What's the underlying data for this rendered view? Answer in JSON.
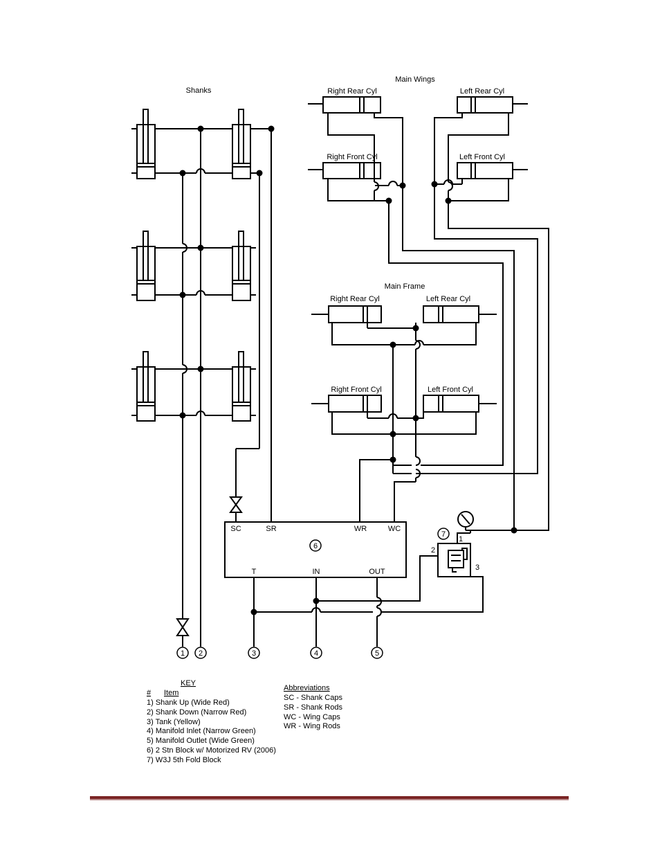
{
  "sections": {
    "shanks": "Shanks",
    "main_wings": "Main Wings",
    "main_frame": "Main Frame"
  },
  "cylinders": {
    "wings_right_rear": "Right Rear Cyl",
    "wings_left_rear": "Left Rear Cyl",
    "wings_right_front": "Right Front Cyl",
    "wings_left_front": "Left Front Cyl",
    "frame_right_rear": "Right Rear Cyl",
    "frame_left_rear": "Left Rear Cyl",
    "frame_right_front": "Right Front Cyl",
    "frame_left_front": "Left Front Cyl"
  },
  "block6": {
    "number": "6",
    "ports_top": [
      "SC",
      "SR",
      "WR",
      "WC"
    ],
    "ports_bottom": [
      "T",
      "IN",
      "OUT"
    ]
  },
  "block7": {
    "number": "7",
    "ports": [
      "1",
      "2",
      "3"
    ]
  },
  "lines": [
    "1",
    "2",
    "3",
    "4",
    "5"
  ],
  "key": {
    "title": "KEY",
    "col_num": "#",
    "col_item": "Item",
    "items": [
      "1) Shank Up (Wide Red)",
      "2) Shank Down (Narrow Red)",
      "3) Tank (Yellow)",
      "4) Manifold Inlet (Narrow Green)",
      "5) Manifold Outlet (Wide Green)",
      "6) 2 Stn Block w/ Motorized RV (2006)",
      "7) W3J 5th Fold Block"
    ]
  },
  "abbreviations": {
    "title": "Abbreviations",
    "items": [
      "SC - Shank Caps",
      "SR - Shank Rods",
      "WC - Wing Caps",
      "WR - Wing Rods"
    ]
  },
  "colors": {
    "line": "#000000",
    "footer_rule": "#7a2424"
  }
}
